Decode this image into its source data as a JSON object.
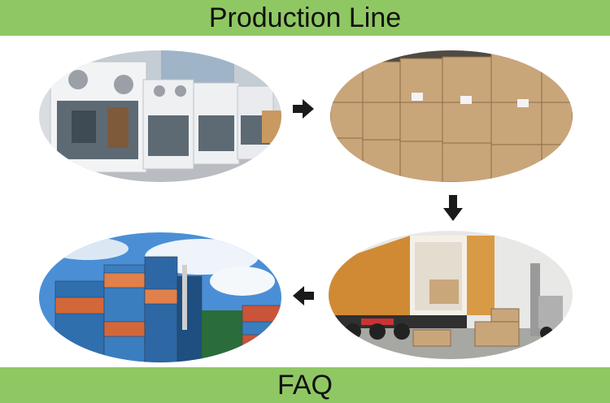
{
  "header": {
    "title": "Production Line"
  },
  "footer": {
    "title": "FAQ"
  },
  "photos": [
    {
      "name": "factory-assembly-photo",
      "icon": "machine-units-icon"
    },
    {
      "name": "warehouse-cartons-photo",
      "icon": "stacked-boxes-icon"
    },
    {
      "name": "truck-loading-photo",
      "icon": "container-truck-icon"
    },
    {
      "name": "shipping-port-photo",
      "icon": "container-stack-icon"
    }
  ],
  "arrows": [
    {
      "name": "arrow-right-icon",
      "direction": "right"
    },
    {
      "name": "arrow-down-icon",
      "direction": "down"
    },
    {
      "name": "arrow-left-icon",
      "direction": "left"
    }
  ],
  "colors": {
    "banner": "#8fc863",
    "arrow": "#1a1a1a"
  }
}
